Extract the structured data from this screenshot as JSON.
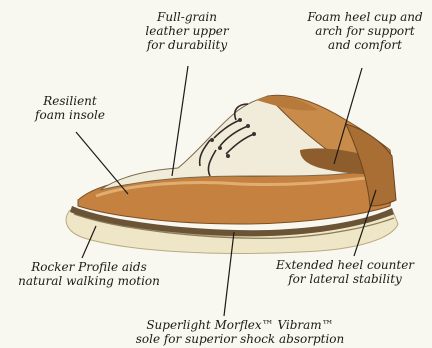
{
  "callouts": {
    "upper": {
      "lines": [
        "Full-grain",
        "leather upper",
        "for durability"
      ]
    },
    "heel_cup": {
      "lines": [
        "Foam heel cup and",
        "arch for support",
        "and comfort"
      ]
    },
    "insole": {
      "lines": [
        "Resilient",
        "foam insole"
      ]
    },
    "rocker": {
      "lines": [
        "Rocker Profile aids",
        "natural walking motion"
      ]
    },
    "heel_counter": {
      "lines": [
        "Extended heel counter",
        "for lateral stability"
      ]
    },
    "sole": {
      "lines": [
        "Superlight Morflex™ Vibram™",
        "sole for superior shock absorption"
      ]
    }
  },
  "colors": {
    "background": "#f8f7f0",
    "leather": "#c98a44",
    "leather_dark": "#8a5a2c",
    "sole": "#efe7c8",
    "ink": "#1d1a17"
  }
}
